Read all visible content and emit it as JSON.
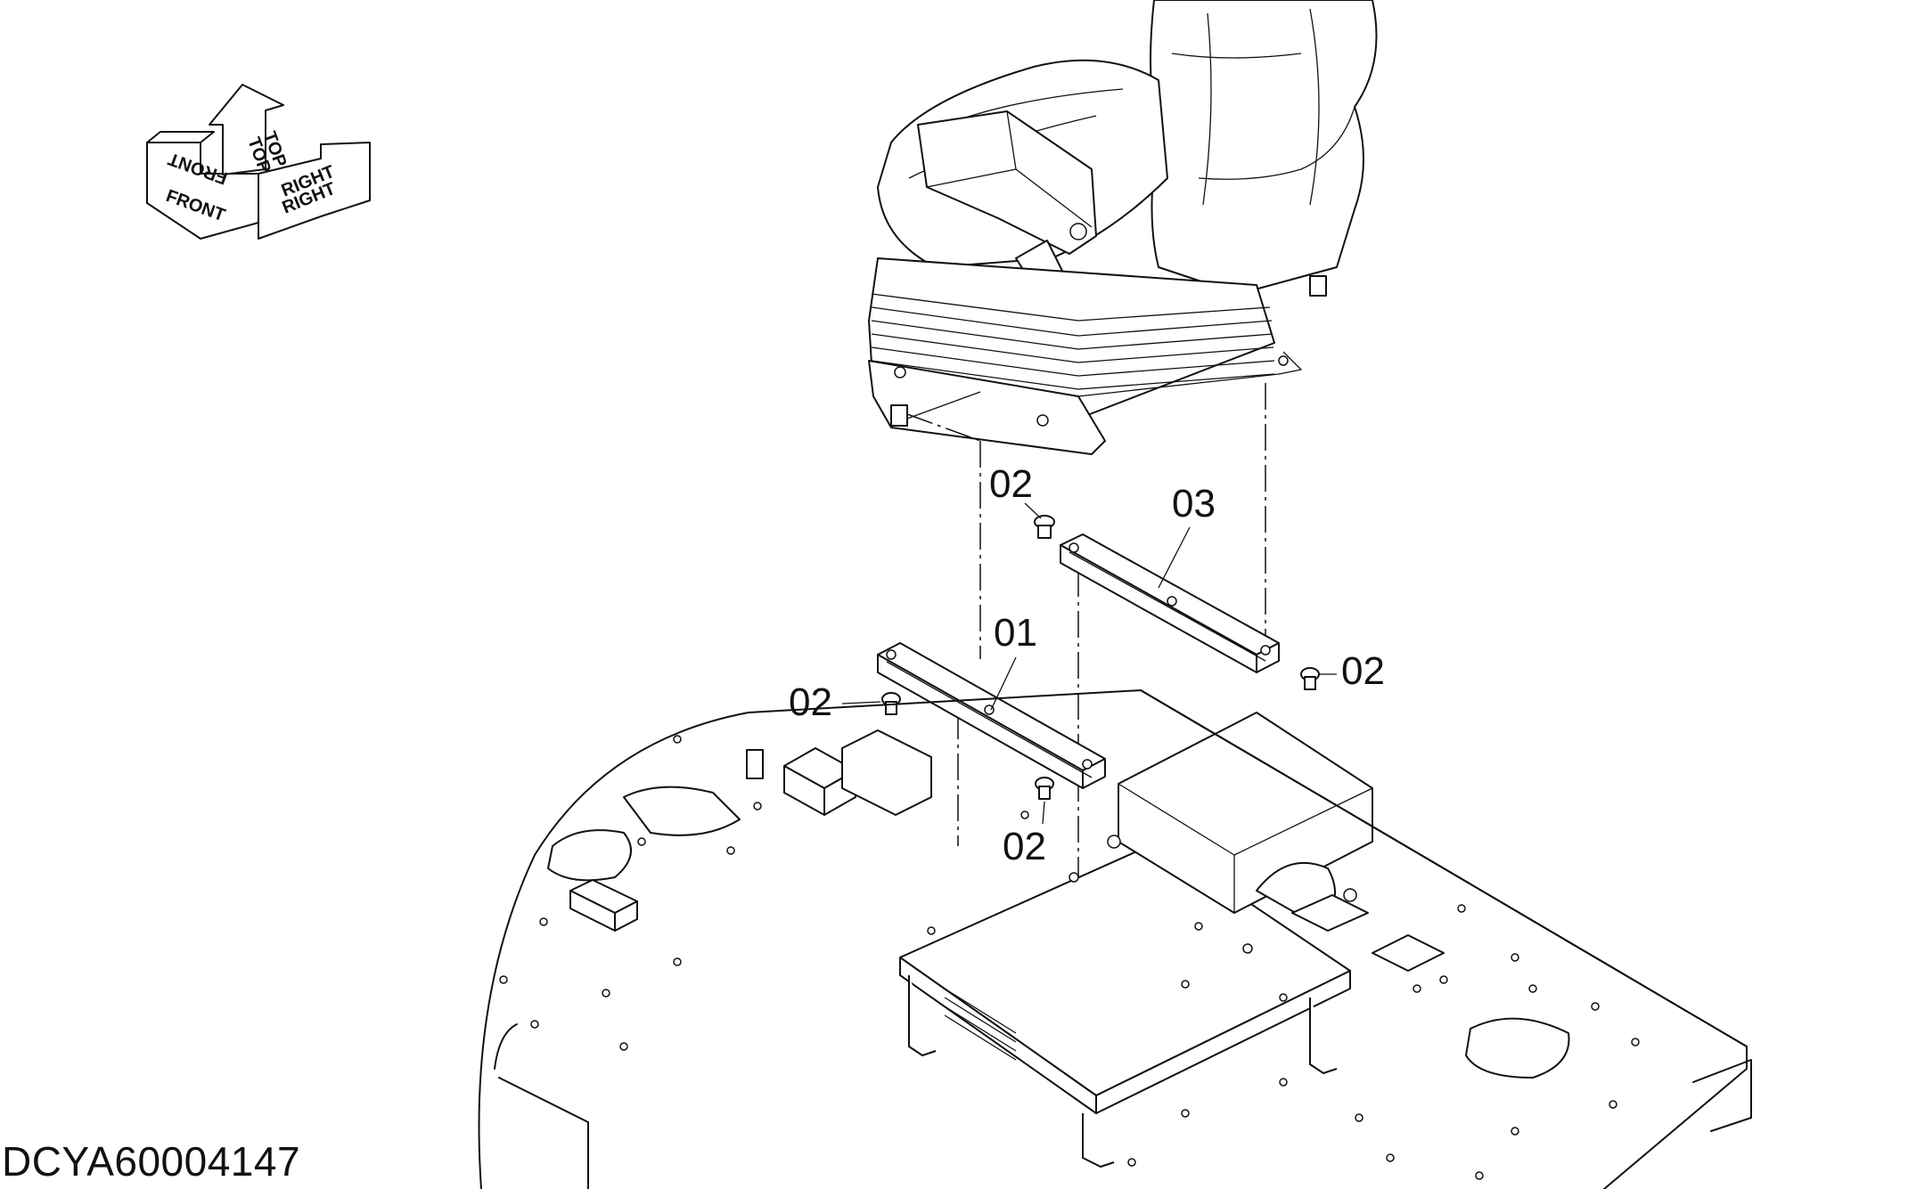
{
  "drawing": {
    "id_label": "DCYA60004147"
  },
  "orientation": {
    "front": "FRONT",
    "top": "TOP",
    "right": "RIGHT"
  },
  "callouts": [
    {
      "part": "02",
      "name": "bolt"
    },
    {
      "part": "03",
      "name": "seat rail right"
    },
    {
      "part": "01",
      "name": "seat rail left"
    },
    {
      "part": "02",
      "name": "bolt"
    },
    {
      "part": "02",
      "name": "bolt"
    },
    {
      "part": "02",
      "name": "bolt"
    }
  ]
}
